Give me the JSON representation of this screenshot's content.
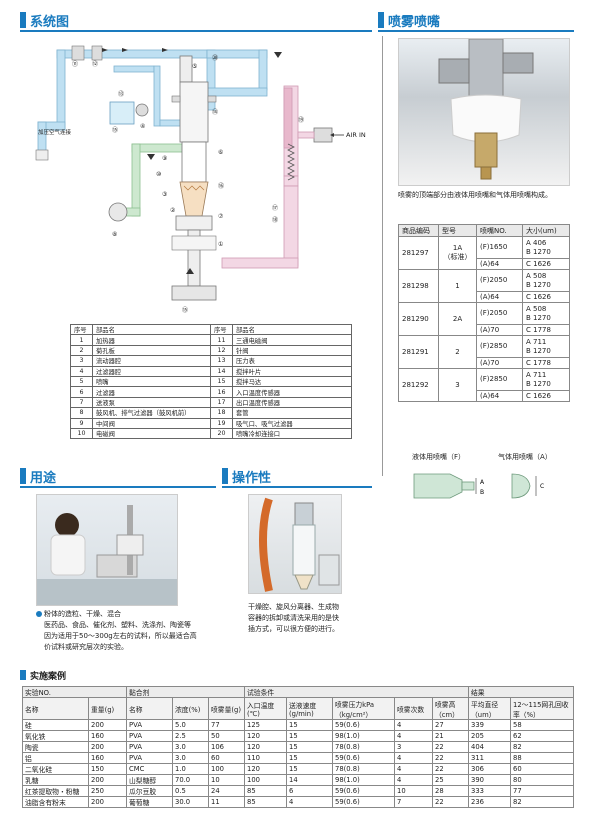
{
  "sections": {
    "system": "系统图",
    "nozzle": "喷雾喷嘴",
    "usage": "用途",
    "operation": "操作性",
    "examples": "实施案例"
  },
  "diagram": {
    "air_in": "AIR IN",
    "air_connect": "加压空气连接",
    "labels": [
      "⑪",
      "⑫",
      "⑤",
      "⑳",
      "⑬",
      "⑮",
      "④",
      "⑭",
      "⑥",
      "⑧",
      "⑨",
      "⑩",
      "③",
      "⑲",
      "②",
      "⑦",
      "①",
      "⑮",
      "⑯",
      "⑰",
      "⑱"
    ]
  },
  "parts_table": {
    "headers": [
      "序号",
      "部品名",
      "序号",
      "部品名"
    ],
    "rows": [
      [
        "1",
        "加热器",
        "11",
        "三通电磁阀"
      ],
      [
        "2",
        "菊孔板",
        "12",
        "针阀"
      ],
      [
        "3",
        "流动器腔",
        "13",
        "压力表"
      ],
      [
        "4",
        "过滤器腔",
        "14",
        "搅拌叶片"
      ],
      [
        "5",
        "喷嘴",
        "15",
        "搅拌马达"
      ],
      [
        "6",
        "过滤器",
        "16",
        "入口温度传感器"
      ],
      [
        "7",
        "送液泵",
        "17",
        "出口温度传感器"
      ],
      [
        "8",
        "鼓风机、排气过滤器（鼓风机前）",
        "18",
        "套管"
      ],
      [
        "9",
        "中间阀",
        "19",
        "吸气口、吸气过滤器"
      ],
      [
        "10",
        "电磁阀",
        "20",
        "喷嘴冷却连接口"
      ]
    ]
  },
  "nozzle": {
    "caption": "喷雾的顶端部分由液体用喷嘴和气体用喷嘴构成。",
    "headers": [
      "商品编码",
      "型号",
      "喷嘴NO.",
      "大小(um)"
    ],
    "rows": [
      {
        "code": "281297",
        "model": "1A\n（标准）",
        "n1": "(F)1650",
        "s1": "A 406\nB 1270",
        "n2": "(A)64",
        "s2": "C 1626"
      },
      {
        "code": "281298",
        "model": "1",
        "n1": "(F)2050",
        "s1": "A 508\nB 1270",
        "n2": "(A)64",
        "s2": "C 1626"
      },
      {
        "code": "281290",
        "model": "2A",
        "n1": "(F)2050",
        "s1": "A 508\nB 1270",
        "n2": "(A)70",
        "s2": "C 1778"
      },
      {
        "code": "281291",
        "model": "2",
        "n1": "(F)2850",
        "s1": "A 711\nB 1270",
        "n2": "(A)70",
        "s2": "C 1778"
      },
      {
        "code": "281292",
        "model": "3",
        "n1": "(F)2850",
        "s1": "A 711\nB 1270",
        "n2": "(A)64",
        "s2": "C 1626"
      }
    ],
    "liquid_label": "液体用喷嘴（F）",
    "gas_label": "气体用喷嘴（A）",
    "dim_a": "A",
    "dim_b": "B",
    "dim_c": "C"
  },
  "usage": {
    "bullet": "粉体的造粒、干燥、混合",
    "lines": [
      "医药品、食品、催化剂、塑料、洗涤剂、陶瓷等",
      "因为适用于50～300g左右的试料，所以最适合高",
      "价试料或研究层次的实验。"
    ]
  },
  "operation": {
    "lines": [
      "干燥腔、旋风分离器、生成物",
      "容器的拆卸或清洗采用的是快",
      "插方式，可以很方便的进行。"
    ]
  },
  "examples": {
    "group_headers": [
      "实验NO.",
      "黏合剂",
      "试验条件",
      "结果"
    ],
    "headers": [
      "名称",
      "重量(g)",
      "名称",
      "浓度(%)",
      "喷雾量(g)",
      "入口温度(℃)",
      "送液速度(g/min)",
      "喷雾压力kPa（kg/cm²）",
      "喷雾次数",
      "喷雾高（cm）",
      "平均直径（um）",
      "12～115网孔回收率（%）"
    ],
    "rows": [
      [
        "硅",
        "200",
        "PVA",
        "5.0",
        "77",
        "125",
        "15",
        "59(0.6)",
        "4",
        "27",
        "339",
        "58"
      ],
      [
        "氧化铁",
        "160",
        "PVA",
        "2.5",
        "50",
        "120",
        "15",
        "98(1.0)",
        "4",
        "21",
        "205",
        "62"
      ],
      [
        "陶瓷",
        "200",
        "PVA",
        "3.0",
        "106",
        "120",
        "15",
        "78(0.8)",
        "3",
        "22",
        "404",
        "82"
      ],
      [
        "铝",
        "160",
        "PVA",
        "3.0",
        "60",
        "110",
        "15",
        "59(0.6)",
        "4",
        "22",
        "311",
        "88"
      ],
      [
        "二氧化硅",
        "150",
        "CMC",
        "1.0",
        "100",
        "120",
        "15",
        "78(0.8)",
        "4",
        "22",
        "306",
        "60"
      ],
      [
        "乳糖",
        "200",
        "山梨糖醇",
        "70.0",
        "10",
        "100",
        "14",
        "98(1.0)",
        "4",
        "25",
        "390",
        "80"
      ],
      [
        "红茶提取物・粉糖",
        "250",
        "瓜尔豆胶",
        "0.5",
        "24",
        "85",
        "6",
        "59(0.6)",
        "10",
        "28",
        "333",
        "77"
      ],
      [
        "油脂含有粉末",
        "200",
        "葡萄糖",
        "30.0",
        "11",
        "85",
        "4",
        "59(0.6)",
        "7",
        "22",
        "236",
        "82"
      ]
    ]
  },
  "colors": {
    "accent": "#1a7bbf",
    "pipe_blue": "#bfe0f2",
    "pipe_green": "#cde8cf",
    "pipe_pink": "#f3d7e4"
  }
}
